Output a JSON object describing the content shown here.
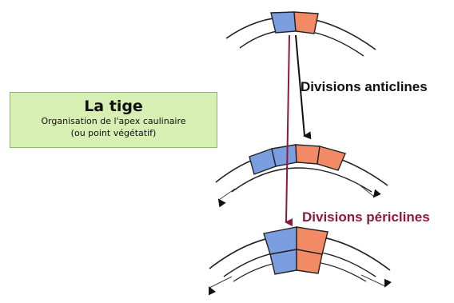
{
  "title_box": {
    "title": "La tige",
    "subtitle_line1": "Organisation de l'apex caulinaire",
    "subtitle_line2": "(ou point végétatif)"
  },
  "labels": {
    "anticlinal": "Divisions anticlines",
    "periclinal": "Divisions périclines"
  },
  "colors": {
    "blue_cell": "#7a9ee0",
    "orange_cell": "#f28a66",
    "title_box_fill": "#d8efb4",
    "periclinal_arrow": "#8b1a3b",
    "anticlinal_arrow": "#111111"
  }
}
